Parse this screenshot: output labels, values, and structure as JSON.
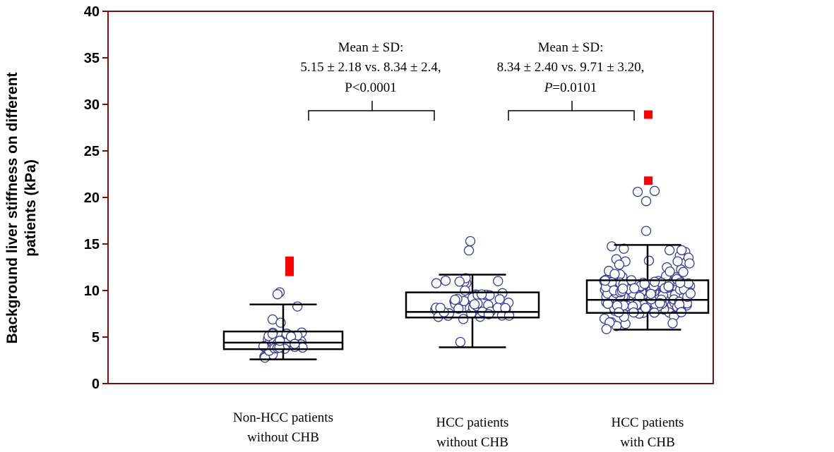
{
  "chart_data": {
    "type": "box",
    "ylabel_line1": "Background liver stiffness on different",
    "ylabel_line2": "patients (kPa)",
    "ylim": [
      0,
      40
    ],
    "yticks": [
      0,
      5,
      10,
      15,
      20,
      25,
      30,
      35,
      40
    ],
    "grid": false,
    "categories": [
      {
        "line1": "Non-HCC patients",
        "line2": "without CHB"
      },
      {
        "line1": "HCC patients",
        "line2": "without CHB"
      },
      {
        "line1": "HCC patients",
        "line2": "with CHB"
      }
    ],
    "boxes": [
      {
        "whisker_low": 2.6,
        "q1": 3.7,
        "median": 4.4,
        "q3": 5.6,
        "whisker_high": 8.5,
        "outliers": [
          12.0,
          12.4,
          12.8,
          13.2
        ]
      },
      {
        "whisker_low": 3.9,
        "q1": 7.1,
        "median": 7.7,
        "q3": 9.8,
        "whisker_high": 11.7,
        "outliers": []
      },
      {
        "whisker_low": 5.8,
        "q1": 7.6,
        "median": 9.0,
        "q3": 11.1,
        "whisker_high": 14.9,
        "outliers": [
          21.8,
          28.9
        ]
      }
    ],
    "annotations": [
      {
        "line1": "Mean ± SD:",
        "line2": "5.15 ± 2.18 vs. 8.34 ± 2.4,",
        "line3": "P<0.0001"
      },
      {
        "line1": "Mean ± SD:",
        "line2": "8.34 ± 2.40 vs. 9.71 ± 3.20,",
        "line3_italic": "P",
        "line3_rest": "=0.0101"
      }
    ],
    "colors": {
      "frame": "#7a1010",
      "points": "#3a3a9a",
      "outliers": "#ff0000"
    }
  }
}
